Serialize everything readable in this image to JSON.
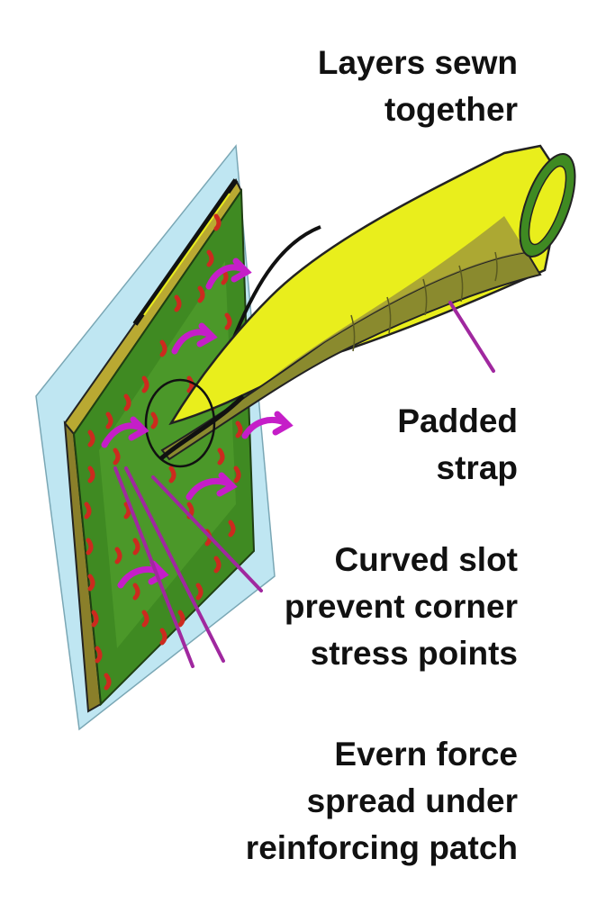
{
  "labels": {
    "layers": {
      "line1": "Layers sewn",
      "line2": "together"
    },
    "strap": {
      "line1": "Padded",
      "line2": "strap"
    },
    "slot": {
      "line1": "Curved slot",
      "line2": "prevent corner",
      "line3": "stress points"
    },
    "force": {
      "line1": "Evern force",
      "line2": "spread under",
      "line3": "reinforcing patch"
    }
  },
  "colors": {
    "patch_background": "#bfe6f2",
    "patch_green": "#3f8a22",
    "stitch_red": "#cc2a1e",
    "strap_yellow": "#e9ee1c",
    "strap_olive": "#8a8a2e",
    "arrow_magenta": "#c51ec8",
    "leader_line": "#a0289f",
    "text": "#111111"
  }
}
